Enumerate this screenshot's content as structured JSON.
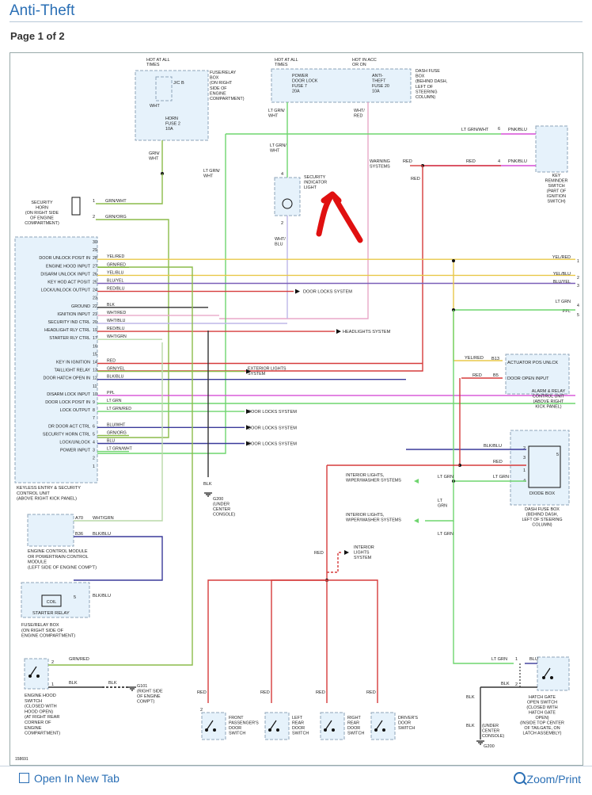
{
  "header": {
    "title": "Anti-Theft",
    "page_info": "Page 1 of 2"
  },
  "footer": {
    "open_new_tab": "Open In New Tab",
    "zoom_print": "Zoom/Print"
  },
  "diagram": {
    "diagram_id": "158691",
    "top_left_box": {
      "hot": [
        "HOT AT ALL",
        "TIMES"
      ],
      "jb": "J/C B",
      "wht": "WHT",
      "fuse": [
        "HORN",
        "FUSE 2",
        "10A"
      ],
      "desc": [
        "FUSE/RELAY",
        "BOX",
        "(ON RIGHT",
        "SIDE OF",
        "ENGINE",
        "COMPARTMENT)"
      ],
      "out_wire": [
        "GRN/",
        "WHT"
      ]
    },
    "top_mid_box": {
      "hot1": [
        "HOT AT ALL",
        "TIMES"
      ],
      "hot2": [
        "HOT IN ACC",
        "OR ON"
      ],
      "fuse1": [
        "POWER",
        "DOOR LOCK",
        "FUSE 7",
        "20A"
      ],
      "fuse2": [
        "ANTI-",
        "THEFT",
        "FUSE 20",
        "10A"
      ],
      "desc": [
        "DASH FUSE",
        "BOX",
        "(BEHIND DASH,",
        "LEFT OF",
        "STEERING",
        "COLUMN)"
      ],
      "w1": [
        "LT GRN/",
        "WHT"
      ],
      "w2": [
        "WHT/",
        "RED"
      ]
    },
    "indicator": {
      "label": [
        "SECURITY",
        "INDICATOR",
        "LIGHT"
      ],
      "pin4": "4",
      "pin2": "2",
      "w_top": [
        "LT GRN/",
        "WHT"
      ],
      "w_bot": [
        "WHT/",
        "BLU"
      ],
      "w_left": [
        "LT GRN/",
        "WHT"
      ]
    },
    "key_switch": {
      "label": [
        "KEY",
        "REMINDER",
        "SWITCH",
        "(PART OF",
        "IGNITION",
        "SWITCH)"
      ],
      "pin6": "6",
      "pin4": "4",
      "w1": "LT GRN/WHT",
      "w2": "PNK/BLU",
      "w3": "RED",
      "w4": "PNK/BLU",
      "warning": [
        "WARNING",
        "SYSTEMS"
      ],
      "red": "RED"
    },
    "horn": {
      "label": [
        "SECURITY",
        "HORN",
        "(ON RIGHT SIDE",
        "OF ENGINE",
        "COMPARTMENT)"
      ],
      "pin1": "1",
      "pin2": "2",
      "w1": "GRN/WHT",
      "w2": "GRN/ORG"
    },
    "keyless_unit": {
      "desc": [
        "KEYLESS ENTRY & SECURITY",
        "CONTROL UNIT",
        "(ABOVE RIGHT KICK PANEL)"
      ],
      "pins": [
        {
          "n": "30",
          "label": "",
          "wire": ""
        },
        {
          "n": "29",
          "label": "",
          "wire": ""
        },
        {
          "n": "28",
          "label": "DOOR UNLOCK POSIT IN",
          "wire": "YEL/RED"
        },
        {
          "n": "27",
          "label": "ENGINE HOOD INPUT",
          "wire": "GRN/RED"
        },
        {
          "n": "26",
          "label": "DISARM UNLOCK INPUT",
          "wire": "YEL/BLU"
        },
        {
          "n": "25",
          "label": "KEY HOD ACT POSIT",
          "wire": "BLU/YEL"
        },
        {
          "n": "24",
          "label": "LOCK/UNLOCK OUTPUT",
          "wire": "RED/BLU"
        },
        {
          "n": "23",
          "label": "",
          "wire": ""
        },
        {
          "n": "22",
          "label": "GROUND",
          "wire": "BLK"
        },
        {
          "n": "21",
          "label": "IGNITION INPUT",
          "wire": "WHT/RED"
        },
        {
          "n": "20",
          "label": "SECURITY IND CTRL",
          "wire": "WHT/BLU"
        },
        {
          "n": "19",
          "label": "HEADLIGHT RLY CTRL",
          "wire": "RED/BLU"
        },
        {
          "n": "17",
          "label": "STARTER RLY CTRL",
          "wire": "WHT/GRN"
        },
        {
          "n": "16",
          "label": "",
          "wire": ""
        },
        {
          "n": "15",
          "label": "",
          "wire": ""
        },
        {
          "n": "14",
          "label": "KEY IN IGNITION",
          "wire": "RED"
        },
        {
          "n": "13",
          "label": "TAILLIGHT RELAY",
          "wire": "GRN/YEL"
        },
        {
          "n": "12",
          "label": "DOOR HATCH OPEN IN",
          "wire": "BLK/BLU"
        },
        {
          "n": "11",
          "label": "",
          "wire": ""
        },
        {
          "n": "10",
          "label": "DISARM LOCK INPUT",
          "wire": "PPL"
        },
        {
          "n": "9",
          "label": "DOOR LOCK POSIT IN",
          "wire": "LT GRN"
        },
        {
          "n": "8",
          "label": "LOCK OUTPUT",
          "wire": "LT GRN/RED"
        },
        {
          "n": "7",
          "label": "",
          "wire": ""
        },
        {
          "n": "6",
          "label": "DR DOOR ACT CTRL",
          "wire": "BLU/WHT"
        },
        {
          "n": "5",
          "label": "SECURITY HORN CTRL",
          "wire": "GRN/ORG"
        },
        {
          "n": "4",
          "label": "LOCK/UNLOCK",
          "wire": "BLU"
        },
        {
          "n": "3",
          "label": "POWER INPUT",
          "wire": "LT GRN/WHT"
        },
        {
          "n": "2",
          "label": "",
          "wire": ""
        },
        {
          "n": "1",
          "label": "",
          "wire": ""
        }
      ]
    },
    "systems": {
      "door_locks": "DOOR LOCKS SYSTEM",
      "headlights": "HEADLIGHTS SYSTEM",
      "exterior": [
        "EXTERIOR LIGHTS",
        "SYSTEM"
      ]
    },
    "right_wires": [
      {
        "label": "YEL/RED",
        "n": "1"
      },
      {
        "label": "YEL/BLU",
        "n": "2"
      },
      {
        "label": "BLU/YEL",
        "n": "3"
      },
      {
        "label": "LT GRN",
        "n": "4"
      },
      {
        "label": "PPL",
        "n": "5"
      }
    ],
    "alarm_unit": {
      "r1": "ACTUATOR POS UNLCK",
      "r2": "DOOR OPEN INPUT",
      "p1": "B13",
      "p2": "B5",
      "w1": "YEL/RED",
      "w2": "RED",
      "desc": [
        "ALARM & RELAY",
        "CONTROL UNIT",
        "(ABOVE RIGHT",
        "KICK PANEL)"
      ]
    },
    "diode_box": {
      "label": "DIODE BOX",
      "pins": [
        "2",
        "3",
        "1",
        "4"
      ],
      "w1": "BLK/BLU",
      "w2": "RED",
      "w3": "LT GRN",
      "w4": "LT GRN",
      "pin5": "5",
      "desc": [
        "DASH FUSE BOX",
        "(BEHIND DASH,",
        "LEFT OF STEERING",
        "COLUMN)"
      ]
    },
    "interior_sys": [
      "INTERIOR LIGHTS,",
      "WIPER/WASHER SYSTEMS"
    ],
    "interior_sys2": [
      "INTERIOR LIGHTS,",
      "WIPER/WASHER SYSTEMS"
    ],
    "interior_lights": [
      "INTERIOR",
      "LIGHTS",
      "SYSTEM"
    ],
    "ltgrn": "LT GRN",
    "red": "RED",
    "blk": "BLK",
    "g200": [
      "G200",
      "(UNDER",
      "CENTER",
      "CONSOLE)"
    ],
    "ecm": {
      "desc": [
        "ENGINE CONTROL MODULE",
        "OR POWERTRAIN CONTROL",
        "MODULE",
        "(LEFT SIDE OF ENGINE COMP'T)"
      ],
      "p1": "A70",
      "p2": "B36",
      "w1": "WHT/GRN",
      "w2": "BLK/BLU"
    },
    "starter": {
      "label": "STARTER RELAY",
      "coil": "COIL",
      "p": "5",
      "w": "BLK/BLU",
      "desc": [
        "FUSE/RELAY BOX",
        "(ON RIGHT SIDE OF",
        "ENGINE COMPARTMENT)"
      ]
    },
    "hood_switch": {
      "desc": [
        "ENGINE HOOD",
        "SWITCH",
        "(CLOSED WITH",
        "HOOD OPEN)",
        "(AT RIGHT REAR",
        "CORNER OF",
        "ENGINE",
        "COMPARTMENT)"
      ],
      "p2": "2",
      "p1": "1",
      "w1": "GRN/RED",
      "w2": "BLK",
      "w3": "BLK"
    },
    "g101": [
      "G101",
      "(RIGHT SIDE",
      "OF ENGINE",
      "COMP'T)"
    ],
    "door_switches": [
      {
        "label": [
          "FRONT",
          "PASSENGER'S",
          "DOOR",
          "SWITCH"
        ],
        "pin": "2"
      },
      {
        "label": [
          "LEFT",
          "REAR",
          "DOOR",
          "SWITCH"
        ],
        "pin": ""
      },
      {
        "label": [
          "RIGHT",
          "REAR",
          "DOOR",
          "SWITCH"
        ],
        "pin": ""
      },
      {
        "label": [
          "DRIVER'S",
          "DOOR",
          "SWITCH"
        ],
        "pin": ""
      }
    ],
    "hatch": {
      "desc": [
        "HATCH GATE",
        "OPEN SWITCH",
        "(CLOSED WITH",
        "HATCH GATE",
        "OPEN)",
        "(INSIDE TOP CENTER",
        "OF TAILGATE, ON",
        "LATCH ASSEMBLY)"
      ],
      "p1": "1",
      "p2": "2",
      "w1": "LT GRN",
      "w2": "BLU",
      "w3": "BLK",
      "w4": "BLK"
    },
    "g200b": [
      "(UNDER",
      "CENTER",
      "CONSOLE)"
    ],
    "g200b_label": "G200",
    "colors": {
      "ltgreen": "#6fd56f",
      "green": "#8cbc4a",
      "red": "#d63b3b",
      "yellow": "#e8c84a",
      "purple": "#7a5fb8",
      "blue": "#3a3a9a",
      "pink": "#e8a8c8",
      "magenta": "#d64fd6",
      "gray": "#909090",
      "black": "#333333",
      "box": "#e6f2fb",
      "boxline": "#8fa4b8",
      "arrow": "#e01010"
    }
  }
}
